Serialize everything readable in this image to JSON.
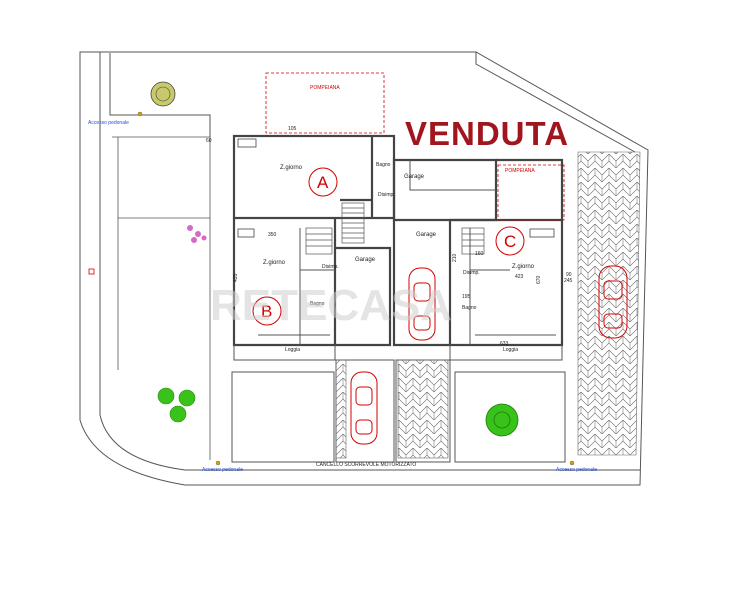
{
  "stamp": "VENDUTA",
  "watermark": "RETECASA",
  "units": [
    "A",
    "B",
    "C"
  ],
  "rooms": {
    "a_living": "Z.giorno",
    "b_living": "Z.giorno",
    "c_living": "Z.giorno",
    "a_bath": "Bagno",
    "b_bath": "Bagno",
    "c_bath": "Bagno",
    "b_dis": "Disimp.",
    "a_dis": "Disimp.",
    "c_dis": "Disimp.",
    "b_loggia": "Loggia",
    "c_loggia": "Loggia",
    "garage_top": "Garage",
    "garage_mid": "Garage",
    "garage_left": "Garage"
  },
  "pompeiana": [
    "POMPEIANA",
    "POMPEIANA"
  ],
  "access": [
    "Accesso pedonale",
    "Accesso pedonale",
    "Accesso pedonale"
  ],
  "gate": "CANCELLO SCORREVOLE MOTORIZZATO",
  "dims": {
    "d60": "60",
    "d350": "350",
    "d435": "435",
    "d423": "423",
    "d633": "633",
    "d670": "670",
    "d90": "90",
    "d245": "245",
    "d160": "160",
    "d195": "195",
    "d105": "105",
    "d210": "210"
  },
  "colors": {
    "walls": "#444444",
    "red": "#d40000",
    "stamp": "#a0151e",
    "paving": "#555555",
    "tree": "#38c21a",
    "flowers": "#d46ac8",
    "blue": "#2a4fd0"
  }
}
